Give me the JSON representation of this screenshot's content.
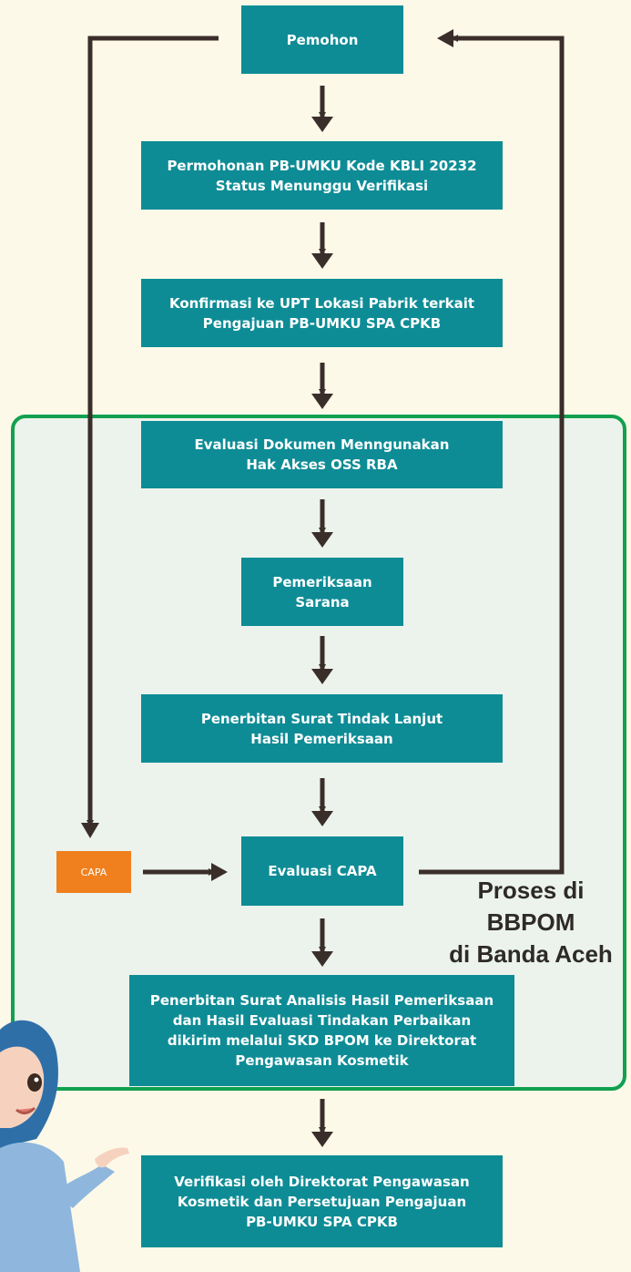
{
  "diagram": {
    "nodes": {
      "pemohon": "Pemohon",
      "permohonan": "Permohonan PB-UMKU Kode KBLI 20232\nStatus Menunggu Verifikasi",
      "konfirmasi": "Konfirmasi ke UPT Lokasi Pabrik terkait\nPengajuan PB-UMKU SPA CPKB",
      "evaluasi_dokumen": "Evaluasi Dokumen Menngunakan\nHak Akses OSS RBA",
      "pemeriksaan_sarana": "Pemeriksaan\nSarana",
      "penerbitan_tindak_lanjut": "Penerbitan Surat Tindak Lanjut\nHasil Pemeriksaan",
      "evaluasi_capa": "Evaluasi CAPA",
      "penerbitan_analisis": "Penerbitan Surat Analisis Hasil Pemeriksaan\ndan Hasil Evaluasi Tindakan Perbaikan\ndikirim melalui SKD BPOM ke Direktorat\nPengawasan Kosmetik",
      "verifikasi": "Verifikasi oleh Direktorat Pengawasan\nKosmetik dan Persetujuan Pengajuan\nPB-UMKU SPA CPKB",
      "capa": "CAPA"
    },
    "region_label": "Proses di\nBBPOM\ndi Banda Aceh"
  },
  "colors": {
    "page_bg": "#FCF9E8",
    "box": "#0E8C96",
    "region_border": "#12A050",
    "region_fill": "#ECF3EC",
    "capa": "#F0801E",
    "arrow": "#3A2E2A"
  },
  "illustration": "hijab-girl-pointing"
}
